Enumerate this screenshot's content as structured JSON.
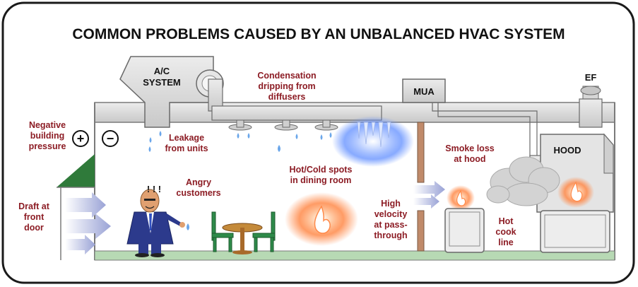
{
  "title": "COMMON PROBLEMS CAUSED BY AN UNBALANCED HVAC SYSTEM",
  "labels": {
    "ac_system": [
      "A/C",
      "SYSTEM"
    ],
    "condensation": [
      "Condensation",
      "dripping from",
      "diffusers"
    ],
    "mua": "MUA",
    "ef": "EF",
    "negative_pressure": [
      "Negative",
      "building",
      "pressure"
    ],
    "plus_sign": "+",
    "minus_sign": "−",
    "leakage": [
      "Leakage",
      "from units"
    ],
    "hot_cold_spots": [
      "Hot/Cold spots",
      "in dining room"
    ],
    "smoke_loss": [
      "Smoke loss",
      "at hood"
    ],
    "hood": "HOOD",
    "angry_customers": [
      "Angry",
      "customers"
    ],
    "exclamations": "! ! !",
    "draft": [
      "Draft at",
      "front",
      "door"
    ],
    "high_velocity": [
      "High",
      "velocity",
      "at pass-",
      "through"
    ],
    "hot_cook_line": [
      "Hot",
      "cook",
      "line"
    ]
  },
  "colors": {
    "duct": "#dedede",
    "duct_stroke": "#7a7a7a",
    "label_red": "#8c1c24",
    "roof_green": "#2f7a3a",
    "floor_green": "#b7d9b4",
    "hot": "#ff6a2a",
    "cold": "#5c8cff",
    "water_drop": "#6aa6ea",
    "arrow": "#b8bede"
  }
}
